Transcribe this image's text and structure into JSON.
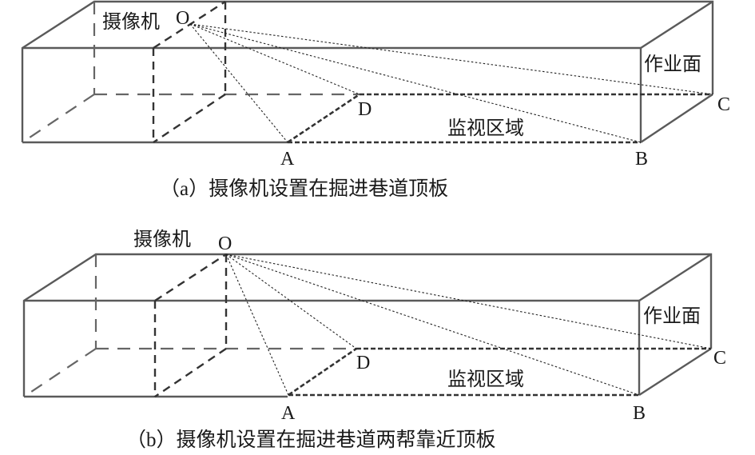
{
  "figures": [
    {
      "id": "a",
      "caption": "（a）摄像机设置在掘进巷道顶板",
      "camera_label": "摄像机",
      "points": {
        "O": "O",
        "A": "A",
        "B": "B",
        "C": "C",
        "D": "D"
      },
      "face_label": "作业面",
      "region_label": "监视区域",
      "camera_position": "roof"
    },
    {
      "id": "b",
      "caption": "（b）摄像机设置在掘进巷道两帮靠近顶板",
      "camera_label": "摄像机",
      "points": {
        "O": "O",
        "A": "A",
        "B": "B",
        "C": "C",
        "D": "D"
      },
      "face_label": "作业面",
      "region_label": "监视区域",
      "camera_position": "side-wall-near-roof"
    }
  ]
}
